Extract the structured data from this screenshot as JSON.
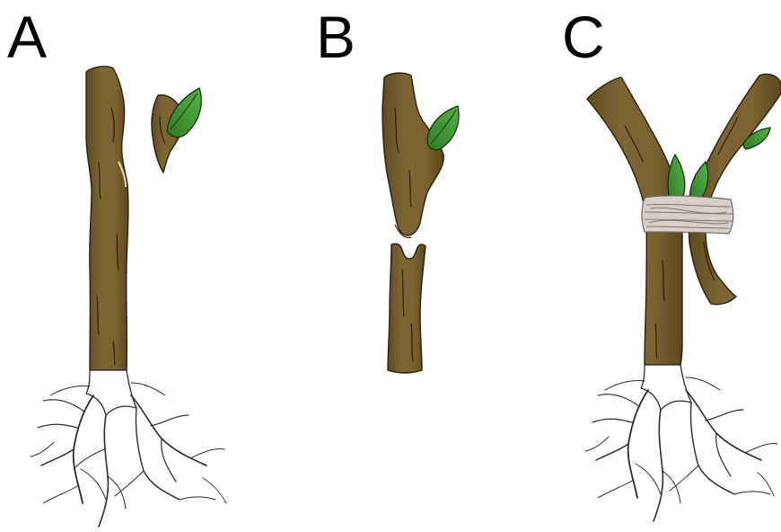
{
  "figure": {
    "panels": [
      {
        "label": "A",
        "stage": "stock-and-scion-separate"
      },
      {
        "label": "B",
        "stage": "scion-and-stock-cut"
      },
      {
        "label": "C",
        "stage": "joined-and-tied"
      }
    ]
  },
  "colors": {
    "stem": "#7a6330",
    "stem_dark": "#5e4b22",
    "leaf": "#3f9a35",
    "leaf_light": "#6cc15a",
    "twine": "#d8d0c8",
    "root_line": "#2b2b2b",
    "background": "#ffffff"
  },
  "icons": {
    "stem": "plant-stem-icon",
    "leaf": "leaf-bud-icon",
    "roots": "root-system-icon",
    "binding": "twine-binding-icon"
  }
}
